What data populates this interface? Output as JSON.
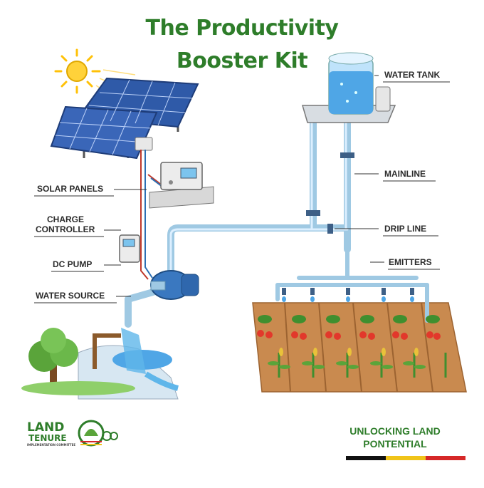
{
  "title": {
    "line1": "The Productivity",
    "line2": "Booster Kit"
  },
  "labels": {
    "water_tank": "WATER TANK",
    "mainline": "MAINLINE",
    "drip_line": "DRIP LINE",
    "emitters": "EMITTERS",
    "solar_panels": "SOLAR PANELS",
    "charge_controller_1": "CHARGE",
    "charge_controller_2": "CONTROLLER",
    "dc_pump": "DC PUMP",
    "water_source": "WATER SOURCE"
  },
  "footer": {
    "tagline_1": "UNLOCKING LAND",
    "tagline_2": "PONTENTIAL",
    "logo_line_1": "LAND",
    "logo_line_2": "TENURE",
    "logo_sub": "IMPLEMENTATION COMMITTEE",
    "stripe_colors": [
      "#111111",
      "#f0c419",
      "#d62828"
    ]
  },
  "colors": {
    "title_green": "#2e7d2a",
    "pipe": "#b9dcef",
    "panel": "#3a66b8",
    "soil": "#c98a4f",
    "water": "#5ab0e6"
  }
}
